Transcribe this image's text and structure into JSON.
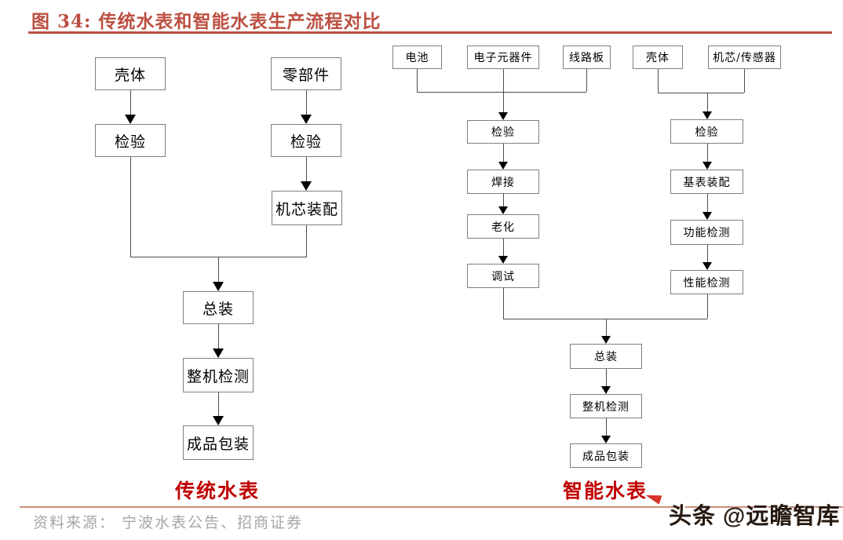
{
  "title": "图 34:  传统水表和智能水表生产流程对比",
  "traditional": {
    "caption": "传统水表",
    "nodes": {
      "shell": "壳体",
      "parts": "零部件",
      "inspection_left": "检验",
      "inspection_right": "检验",
      "movement_assembly": "机芯装配",
      "final_assembly": "总装",
      "complete_machine_test": "整机检测",
      "finished_packaging": "成品包装"
    }
  },
  "smart": {
    "caption": "智能水表",
    "nodes": {
      "battery": "电池",
      "electronic_components": "电子元器件",
      "circuit_board": "线路板",
      "shell": "壳体",
      "movement_sensor": "机芯/传感器",
      "inspection_left": "检验",
      "welding": "焊接",
      "aging": "老化",
      "debugging": "调试",
      "inspection_right": "检验",
      "base_meter_assembly": "基表装配",
      "function_test": "功能检测",
      "performance_test": "性能检测",
      "final_assembly": "总装",
      "complete_machine_test": "整机检测",
      "finished_packaging": "成品包装"
    }
  },
  "footer": {
    "source": "资料来源：  宁波水表公告、招商证券",
    "watermark": "头条 @远瞻智库"
  },
  "colors": {
    "title_red": "#BC4F41",
    "caption_red": "#C00000",
    "bottom_rule": "#C9907C"
  }
}
